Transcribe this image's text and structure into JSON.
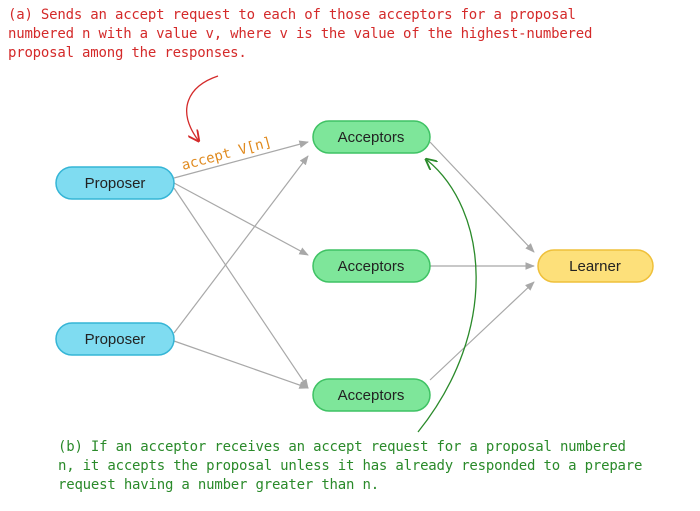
{
  "annotations": {
    "a": "(a) Sends an accept request to each of those acceptors for a proposal\nnumbered n with a value v, where v is the value of the highest-numbered\nproposal among the responses.",
    "b": "(b) If an acceptor receives an accept request for a proposal numbered\nn, it accepts the proposal unless it has already responded to a prepare\nrequest having a number greater than n."
  },
  "nodes": {
    "proposer_1": "Proposer",
    "proposer_2": "Proposer",
    "acceptors_1": "Acceptors",
    "acceptors_2": "Acceptors",
    "acceptors_3": "Acceptors",
    "learner": "Learner"
  },
  "edge_label": "accept V[n]",
  "colors": {
    "annotation_a": "#d42a2a",
    "annotation_b": "#2a8a2a",
    "edge_label": "#e08a1e",
    "proposer_fill": "#7fdcf1",
    "proposer_stroke": "#35b5d6",
    "acceptor_fill": "#7ee69a",
    "acceptor_stroke": "#3fc264",
    "learner_fill": "#fde07a",
    "learner_stroke": "#efc03a",
    "edge": "#a8a8a8"
  }
}
